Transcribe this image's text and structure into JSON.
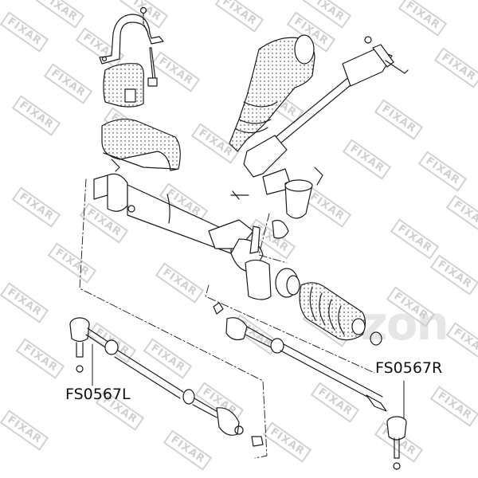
{
  "diagram": {
    "type": "exploded-parts-diagram",
    "subject": "steering rack assembly with tie rods, boots, mounts and steering shaft",
    "watermark": {
      "brand_text": "FIXAR",
      "secondary_text": "ozon"
    },
    "callouts": [
      {
        "id": "left",
        "part_number": "FS0567L",
        "points_to": "left tie rod end"
      },
      {
        "id": "right",
        "part_number": "FS0567R",
        "points_to": "right tie rod end"
      }
    ],
    "components": [
      "mounting clamp with bolt and nut",
      "rubber bushing",
      "rack mount cover",
      "steering shaft boot",
      "intermediate steering shaft with universal joints",
      "pinion housing boot",
      "steering rack housing",
      "rack bellows boot",
      "inner tie rod",
      "left tie rod assembly",
      "right tie rod assembly",
      "lock nuts"
    ],
    "colors": {
      "line": "#1a1a1a",
      "watermark": "#d0d0d0",
      "background": "#ffffff"
    }
  }
}
